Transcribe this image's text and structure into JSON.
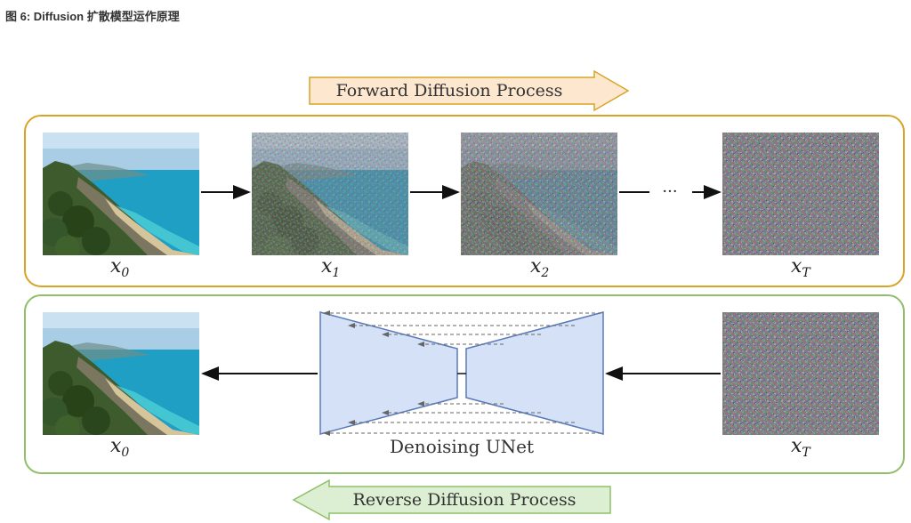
{
  "caption": "图 6:  Diffusion 扩散模型运作原理",
  "forward": {
    "title": "Forward Diffusion Process",
    "labels": [
      {
        "base": "x",
        "sub": "0"
      },
      {
        "base": "x",
        "sub": "1"
      },
      {
        "base": "x",
        "sub": "2"
      },
      {
        "base": "x",
        "sub": "T"
      }
    ],
    "ellipsis": "···"
  },
  "reverse": {
    "title": "Reverse Diffusion Process",
    "unet_label": "Denoising UNet",
    "labels": [
      {
        "base": "x",
        "sub": "0"
      },
      {
        "base": "x",
        "sub": "T"
      }
    ]
  },
  "colors": {
    "forward_border": "#d8a428",
    "forward_arrow_fill": "#fde7cf",
    "reverse_border": "#8fbf6a",
    "reverse_arrow_fill": "#dcefd3",
    "unet_fill": "#d4e1f7",
    "unet_stroke": "#5a7ab8"
  },
  "noise_levels": [
    0,
    0.45,
    0.75,
    1.0
  ]
}
